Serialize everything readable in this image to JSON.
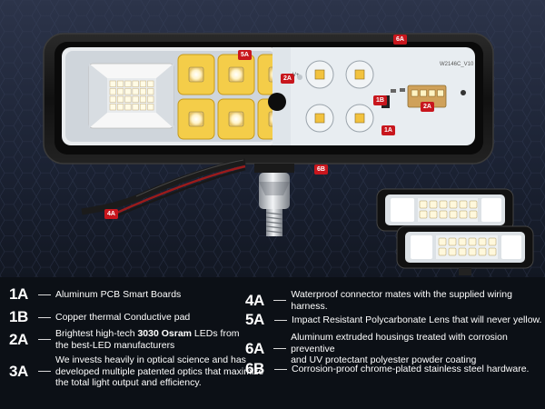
{
  "photo_labels": {
    "tag_6a": "6A",
    "tag_5a": "5A",
    "tag_2a_left": "2A",
    "tag_1b": "1B",
    "tag_2a_right": "2A",
    "tag_1a": "1A",
    "tag_6b": "6B",
    "tag_4a": "4A",
    "pcb_label": "W2146C_V10",
    "pcb_v_plus": "V+"
  },
  "legend": {
    "left": [
      {
        "code": "1A",
        "text": "Aluminum PCB Smart Boards"
      },
      {
        "code": "1B",
        "text": "Copper thermal Conductive pad"
      },
      {
        "code": "2A",
        "line1_pre": "Brightest high-tech ",
        "line1_bold": "3030 Osram",
        "line1_post": " LEDs from",
        "line2": "the best-LED manufacturers"
      },
      {
        "code": "3A",
        "line1": "We invests heavily in optical science and has",
        "line2": "developed multiple patented optics that maximize",
        "line3": "the total light output and efficiency."
      }
    ],
    "right": [
      {
        "code": "4A",
        "text": "Waterproof connector mates with the supplied wiring harness."
      },
      {
        "code": "5A",
        "text": "Impact Resistant Polycarbonate Lens that will never yellow."
      },
      {
        "code": "6A",
        "line1": "Aluminum extruded housings treated with corrosion preventive",
        "line2": "and UV protectant polyester powder coating"
      },
      {
        "code": "6B",
        "text": "Corrosion-proof chrome-plated stainless steel hardware."
      }
    ]
  }
}
